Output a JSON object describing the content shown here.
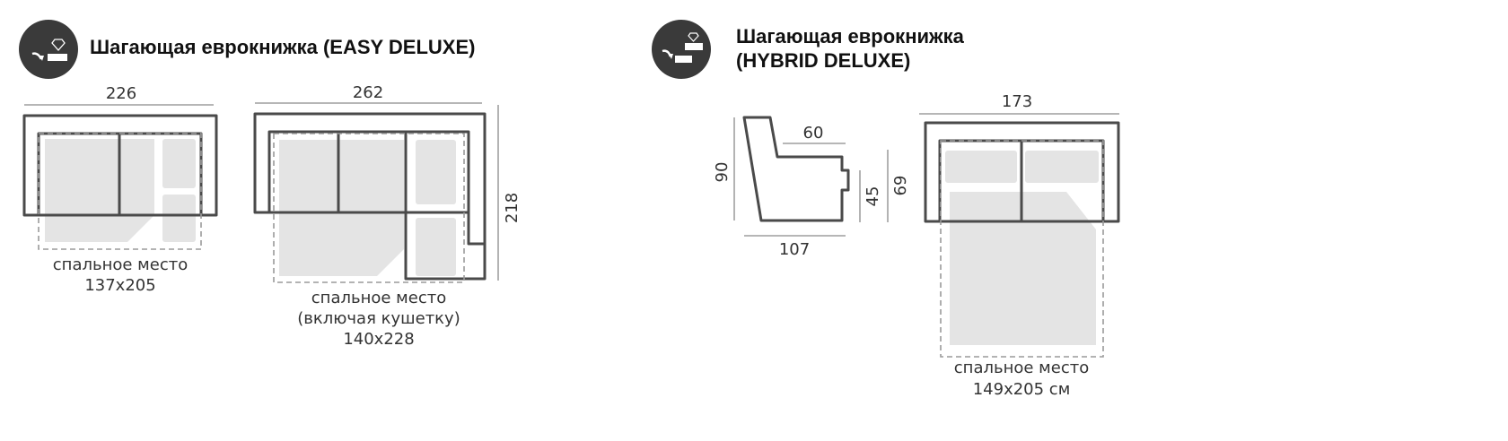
{
  "sections": [
    {
      "title": "Шагающая еврокнижка (EASY DELUXE)",
      "icon": "sofa-mechanism-diamond-icon",
      "sofa_straight": {
        "width": "226",
        "caption_1": "спальное место",
        "caption_2": "137x205"
      },
      "sofa_corner": {
        "width": "262",
        "depth": "218",
        "caption_1": "спальное место",
        "caption_2": "(включая кушетку)",
        "caption_3": "140x228"
      }
    },
    {
      "title_line_1": "Шагающая еврокнижка",
      "title_line_2": "(HYBRID DELUXE)",
      "icon": "sofa-mechanism-hybrid-diamond-icon",
      "profile": {
        "height": "90",
        "seat_depth": "60",
        "seat_height": "45",
        "armrest_height": "69",
        "depth": "107"
      },
      "bed": {
        "width": "173",
        "caption_1": "спальное место",
        "caption_2": "149x205 см"
      }
    }
  ],
  "colors": {
    "outline": "#4a4a4a",
    "fill": "#e4e4e4",
    "icon_bg": "#3a3a3a"
  }
}
